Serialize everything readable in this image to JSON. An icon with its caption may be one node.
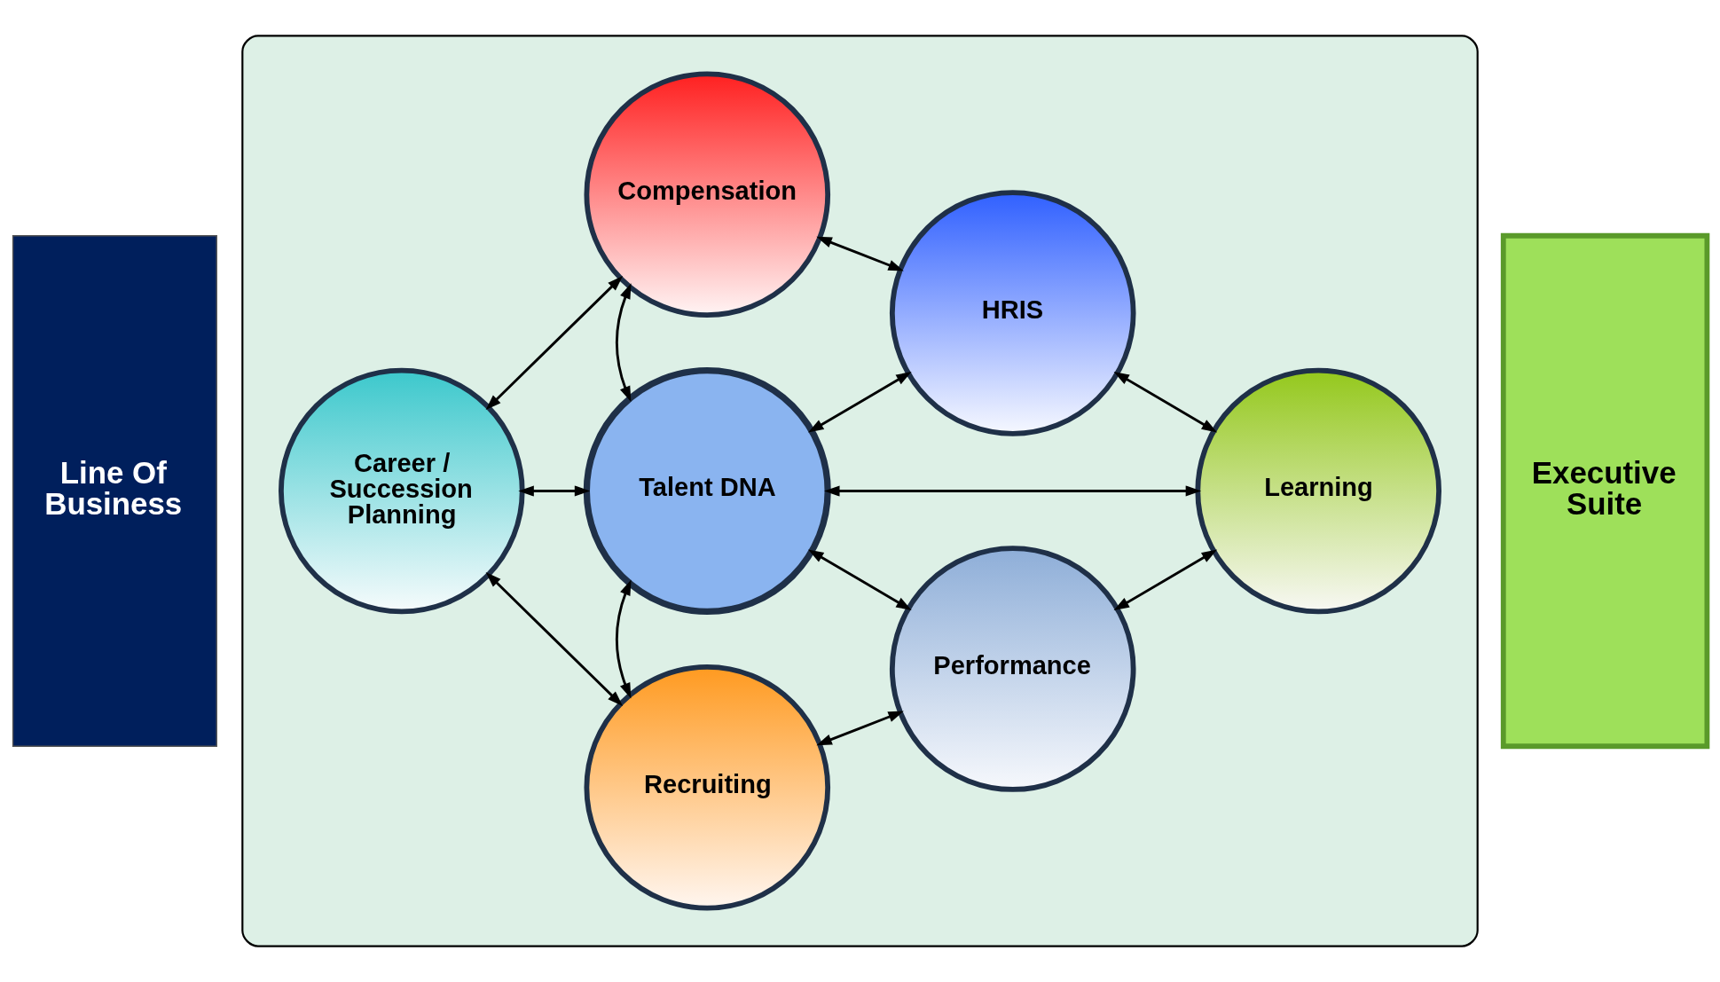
{
  "diagram": {
    "nodes": [
      {
        "text": [
          "Line Of Business"
        ]
      },
      {
        "text": [],
        "shape": "box"
      },
      {
        "text": [
          "Recruiting"
        ],
        "in": 1
      },
      {
        "text": [
          "Performance"
        ],
        "in": 1
      },
      {
        "text": [
          "Career / Succession Planning"
        ],
        "in": 1
      },
      {
        "text": [
          "Talent DNA"
        ],
        "in": 1
      },
      {
        "text": [
          "Learning"
        ],
        "in": 1
      },
      {
        "text": [
          "Compensation"
        ],
        "in": 1
      },
      {
        "text": [
          "HRIS"
        ],
        "in": 1
      },
      {
        "text": [
          "Executive Suite"
        ]
      }
    ],
    "edges": [
      {
        "from": 2,
        "to": 3,
        "arrow": "both"
      },
      {
        "from": 4,
        "to": 2,
        "arrow": "both"
      },
      {
        "from": 3,
        "to": 6,
        "arrow": "both"
      },
      {
        "from": 2,
        "to": 5,
        "arrow": "both"
      },
      {
        "from": 5,
        "to": 3,
        "arrow": "both"
      },
      {
        "from": 4,
        "to": 5,
        "arrow": "both"
      },
      {
        "from": 5,
        "to": 6,
        "arrow": "both"
      },
      {
        "from": 4,
        "to": 7,
        "arrow": "both"
      },
      {
        "from": 7,
        "to": 5,
        "arrow": "both"
      },
      {
        "from": 5,
        "to": 8,
        "arrow": "both"
      },
      {
        "from": 8,
        "to": 6,
        "arrow": "both"
      },
      {
        "from": 7,
        "to": 8,
        "arrow": "both"
      }
    ]
  }
}
